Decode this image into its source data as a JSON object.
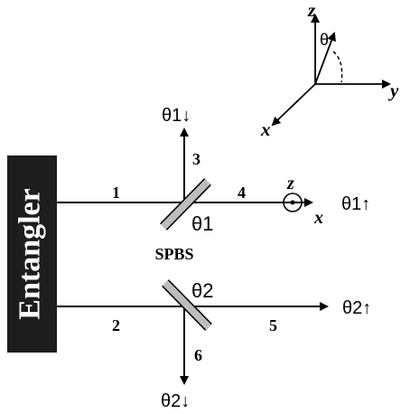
{
  "diagram": {
    "source_label": "Entangler",
    "splitter_label": "SPBS",
    "paths": {
      "p1": "1",
      "p2": "2",
      "p3": "3",
      "p4": "4",
      "p5": "5",
      "p6": "6"
    },
    "angles": {
      "upper_splitter": "θ1",
      "lower_splitter": "θ2",
      "top_output": "θ1↓",
      "right_output_upper": "θ1↑",
      "right_output_lower": "θ2↑",
      "bottom_output": "θ2↓"
    },
    "axes": {
      "z_top": "z",
      "theta_top": "θ",
      "y": "y",
      "x_top": "x",
      "z_local": "z",
      "x_local": "x"
    }
  }
}
